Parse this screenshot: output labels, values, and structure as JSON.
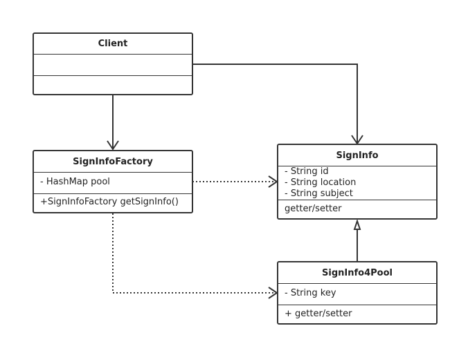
{
  "classes": {
    "client": {
      "name": "Client",
      "attributes": [],
      "methods": []
    },
    "factory": {
      "name": "SignInfoFactory",
      "attributes": [
        "- HashMap pool"
      ],
      "methods": [
        "+SignInfoFactory getSignInfo()"
      ]
    },
    "signinfo": {
      "name": "SignInfo",
      "attributes": [
        "- String id",
        "- String location",
        "- String subject"
      ],
      "methods": [
        "getter/setter"
      ]
    },
    "pool": {
      "name": "SignInfo4Pool",
      "attributes": [
        "- String key"
      ],
      "methods": [
        "+ getter/setter"
      ]
    }
  },
  "relations": [
    {
      "from": "Client",
      "to": "SignInfoFactory",
      "type": "association"
    },
    {
      "from": "Client",
      "to": "SignInfo",
      "type": "association"
    },
    {
      "from": "SignInfoFactory",
      "to": "SignInfo",
      "type": "dependency"
    },
    {
      "from": "SignInfoFactory",
      "to": "SignInfo4Pool",
      "type": "dependency"
    },
    {
      "from": "SignInfo4Pool",
      "to": "SignInfo",
      "type": "generalization"
    }
  ]
}
